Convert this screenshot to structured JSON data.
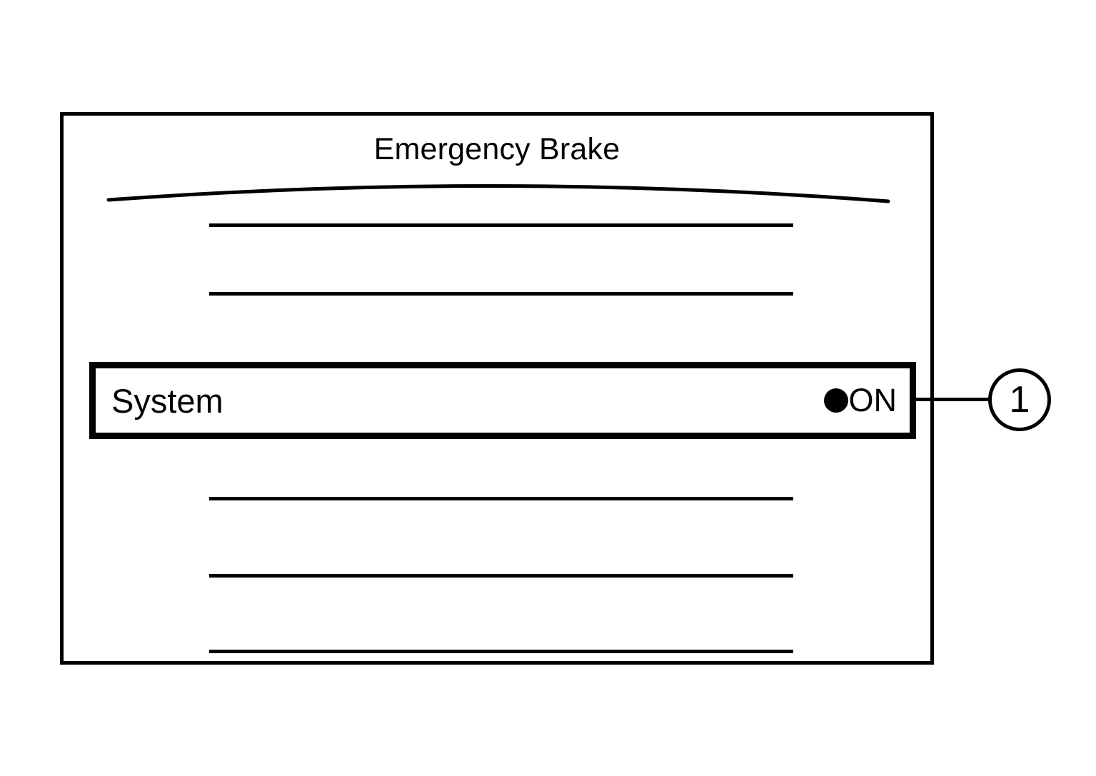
{
  "figure": {
    "type": "patent-line-drawing",
    "background_color": "#ffffff",
    "line_color": "#000000"
  },
  "display": {
    "title": "Emergency Brake",
    "arc_divider": "curved-divider-line",
    "placeholder_rows_above": [
      {
        "id": "row-above-1",
        "text": ""
      },
      {
        "id": "row-above-2",
        "text": ""
      }
    ],
    "highlighted_row": {
      "label": "System",
      "status_indicator": "filled-circle",
      "status_value": "ON",
      "emphasis": "thick-black-border"
    },
    "placeholder_rows_below": [
      {
        "id": "row-below-1",
        "text": ""
      },
      {
        "id": "row-below-2",
        "text": ""
      },
      {
        "id": "row-below-3",
        "text": ""
      }
    ]
  },
  "callout": {
    "number": "1",
    "leader": "leader-line",
    "points_to": "highlighted-row"
  }
}
